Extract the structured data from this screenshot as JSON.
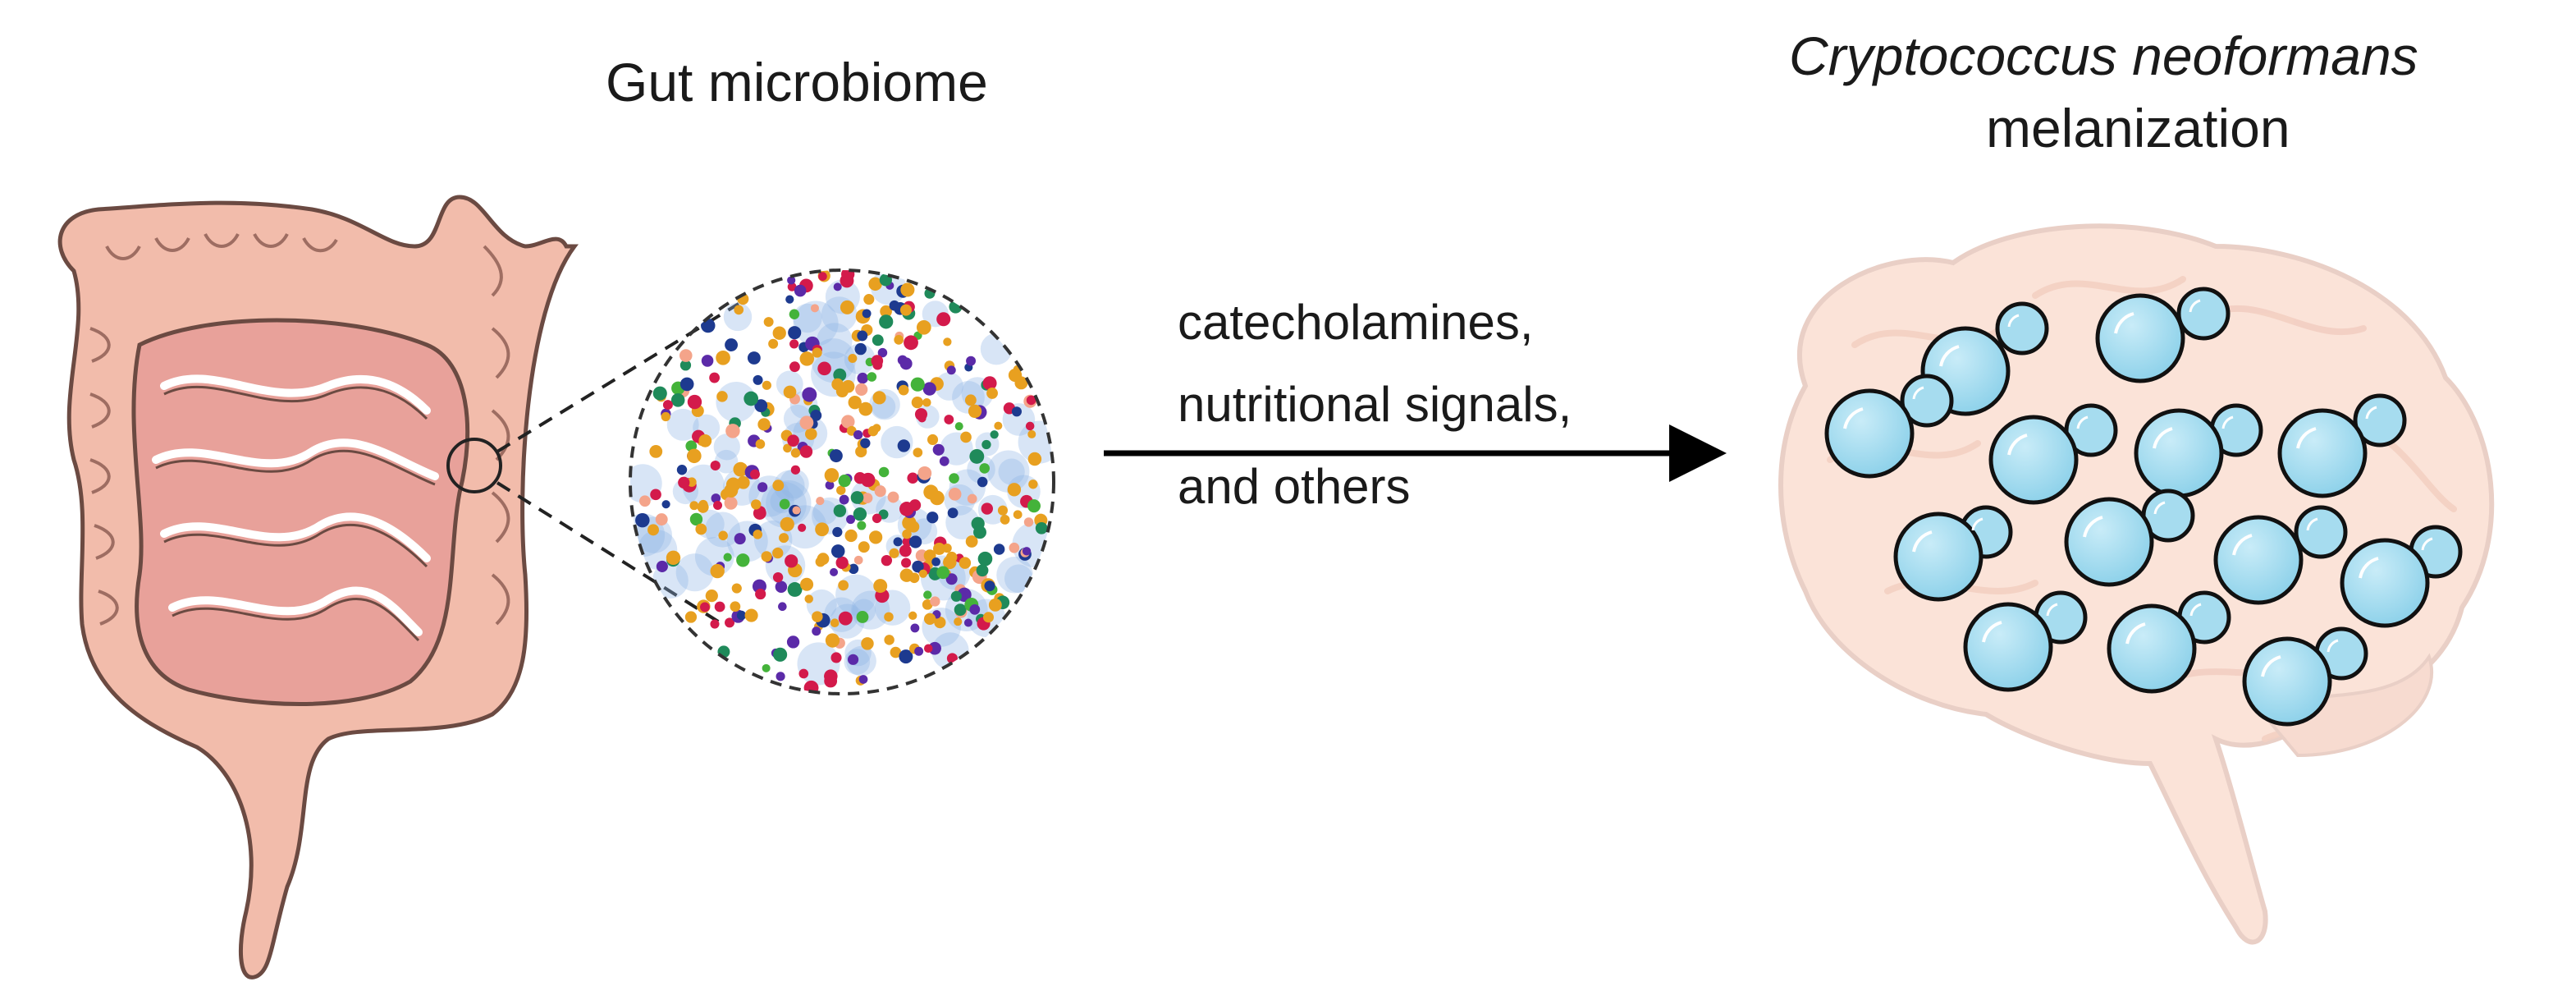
{
  "labels": {
    "gut_microbiome": "Gut microbiome",
    "cryptococcus_line1": "Cryptococcus neoformans",
    "cryptococcus_line2": "melanization"
  },
  "signals": [
    "catecholamines,",
    "nutritional signals,",
    "and others"
  ],
  "colors": {
    "intestine_fill": "#f2bcab",
    "intestine_stroke": "#6b4a42",
    "small_intestine": "#e8a19a",
    "microbe_bg": "#bcd6f0",
    "brain_fill": "#fbe6dc",
    "yeast_fill": "#a6dcef",
    "yeast_stroke": "#111111",
    "arrow": "#000000",
    "bacteria": [
      "#e8a020",
      "#d31a4b",
      "#5b2aa8",
      "#1d3a8f",
      "#1f8a5a",
      "#44b33a",
      "#f4a48a"
    ]
  },
  "icons": [
    "intestine-icon",
    "microbiome-circle-icon",
    "brain-icon",
    "yeast-cell-icon",
    "arrow-right-icon"
  ]
}
